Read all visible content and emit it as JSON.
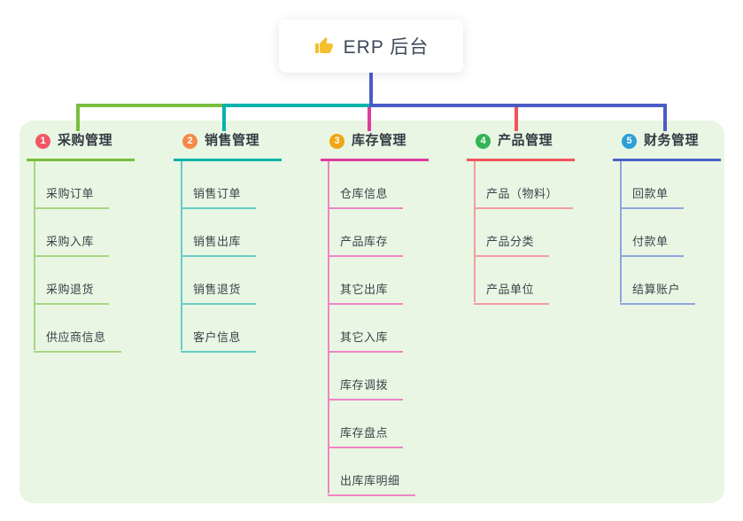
{
  "root": {
    "label": "ERP 后台",
    "icon": "thumbs-up",
    "icon_color": "#f5c02e"
  },
  "canvas": {
    "background": "#ffffff",
    "panel_background": "#e9f6e3",
    "root_connector_color": "#4a5dc7"
  },
  "branches": [
    {
      "badge": "1",
      "badge_color": "#ef5767",
      "label": "采购管理",
      "color_main": "#7abd3e",
      "color_light": "#a9d583",
      "children": [
        "采购订单",
        "采购入库",
        "采购退货",
        "供应商信息"
      ]
    },
    {
      "badge": "2",
      "badge_color": "#f58a4b",
      "label": "销售管理",
      "color_main": "#00b3a9",
      "color_light": "#66cdc4",
      "children": [
        "销售订单",
        "销售出库",
        "销售退货",
        "客户信息"
      ]
    },
    {
      "badge": "3",
      "badge_color": "#f0a612",
      "label": "库存管理",
      "color_main": "#de3c9f",
      "color_light": "#ee85c5",
      "children": [
        "仓库信息",
        "产品库存",
        "其它出库",
        "其它入库",
        "库存调拨",
        "库存盘点",
        "出库库明细"
      ]
    },
    {
      "badge": "4",
      "badge_color": "#33b457",
      "label": "产品管理",
      "color_main": "#f2545b",
      "color_light": "#f59ba0",
      "children": [
        "产品（物料）",
        "产品分类",
        "产品单位"
      ]
    },
    {
      "badge": "5",
      "badge_color": "#2c9fd6",
      "label": "财务管理",
      "color_main": "#4762c8",
      "color_light": "#8fa5dc",
      "children": [
        "回款单",
        "付款单",
        "结算账户"
      ]
    }
  ]
}
